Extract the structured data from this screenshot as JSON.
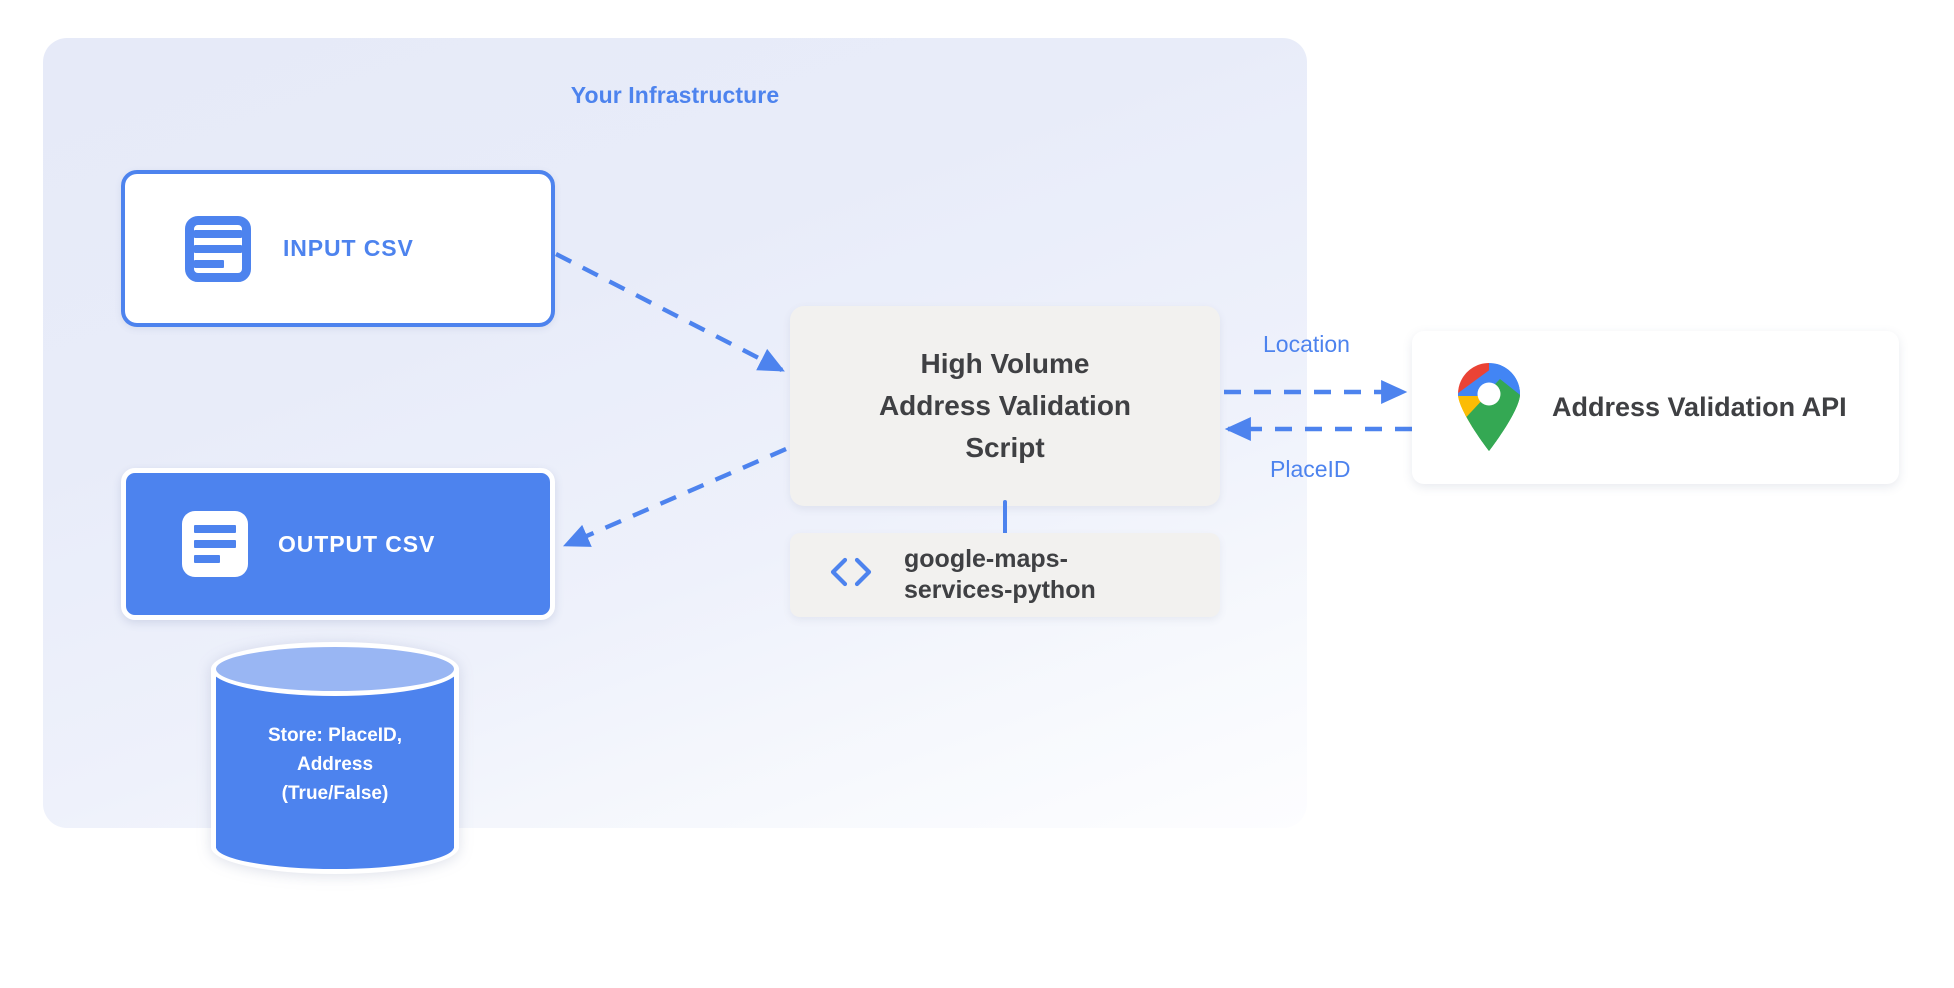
{
  "panel": {
    "title": "Your Infrastructure"
  },
  "nodes": {
    "input_csv": {
      "label": "INPUT CSV",
      "icon": "document-icon"
    },
    "output_csv": {
      "label": "OUTPUT CSV",
      "icon": "document-icon"
    },
    "script": {
      "line1": "High Volume",
      "line2": "Address Validation",
      "line3": "Script"
    },
    "library": {
      "icon": "code-brackets-icon",
      "line1": "google-maps-",
      "line2": "services-python"
    },
    "api": {
      "label": "Address Validation API",
      "icon": "google-maps-pin-icon"
    },
    "database": {
      "line1": "Store: PlaceID,",
      "line2": "Address",
      "line3": "(True/False)"
    }
  },
  "edges": {
    "location_label": "Location",
    "placeid_label": "PlaceID"
  },
  "colors": {
    "accent_blue": "#4d83ee",
    "panel_bg": "#e7ebf8",
    "box_gray": "#f2f1ef",
    "text_dark": "#3f4043",
    "db_top": "#99b6f3",
    "pin_blue": "#4285f4",
    "pin_red": "#ea4335",
    "pin_yellow": "#fbbc04",
    "pin_green": "#34a853"
  }
}
